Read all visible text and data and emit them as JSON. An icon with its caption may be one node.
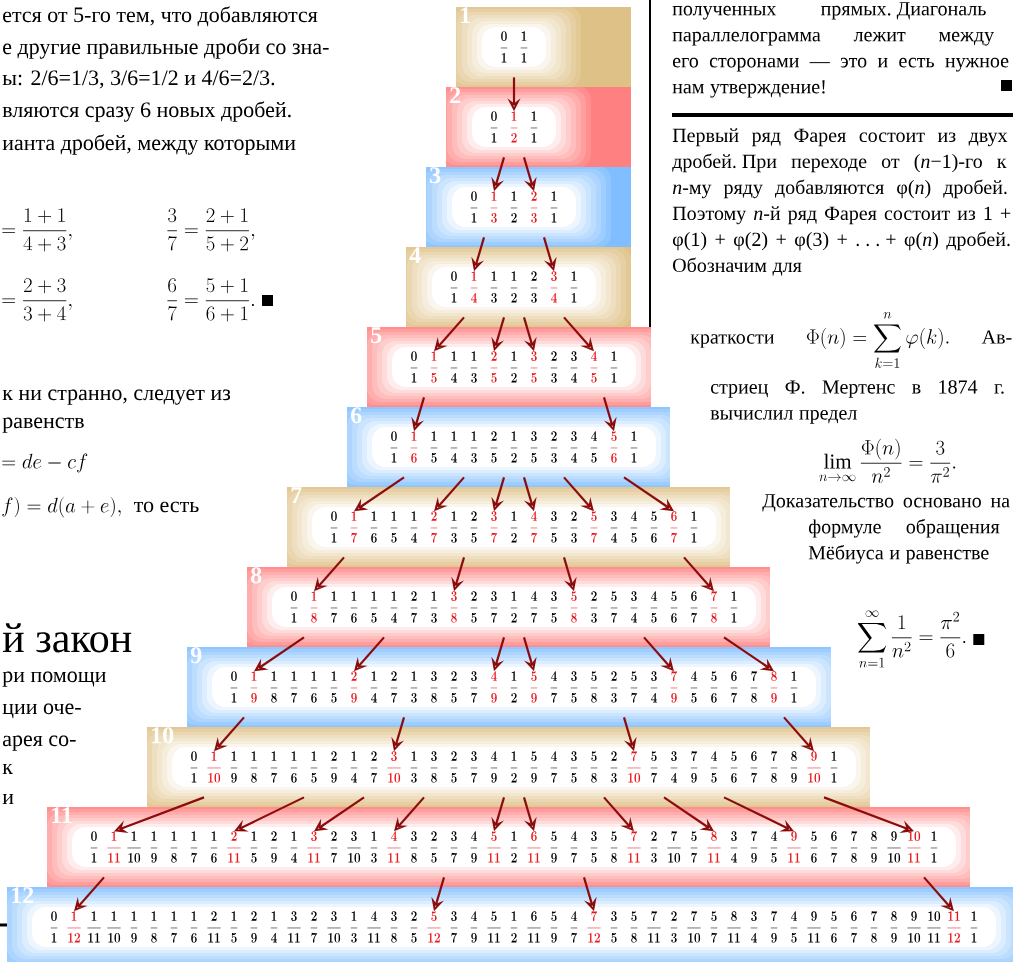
{
  "diagram": {
    "nodes": [
      {
        "text": [
          "1"
        ]
      },
      {
        "text": [
          "\\frac{0}{1}"
        ],
        "in": 0
      },
      {
        "text": [
          "\\frac{1}{1}"
        ],
        "in": 0
      },
      {
        "text": [
          "2"
        ]
      },
      {
        "text": [
          "\\frac{0}{1}"
        ],
        "in": 3
      },
      {
        "text": [
          "\\frac{1}{2}"
        ],
        "in": 3
      },
      {
        "text": [
          "\\frac{1}{1}"
        ],
        "in": 3
      },
      {
        "text": [
          "3"
        ]
      },
      {
        "text": [
          "\\frac{0}{1}"
        ],
        "in": 7
      },
      {
        "text": [
          "\\frac{1}{3}"
        ],
        "in": 7
      },
      {
        "text": [
          "\\frac{1}{2}"
        ],
        "in": 7
      },
      {
        "text": [
          "\\frac{2}{3}"
        ],
        "in": 7
      },
      {
        "text": [
          "\\frac{1}{1}"
        ],
        "in": 7
      },
      {
        "text": [
          "4"
        ]
      },
      {
        "text": [
          "\\frac{0}{1}"
        ],
        "in": 13
      },
      {
        "text": [
          "\\frac{1}{4}"
        ],
        "in": 13
      },
      {
        "text": [
          "\\frac{1}{3}"
        ],
        "in": 13
      },
      {
        "text": [
          "\\frac{1}{2}"
        ],
        "in": 13
      },
      {
        "text": [
          "\\frac{2}{3}"
        ],
        "in": 13
      },
      {
        "text": [
          "\\frac{3}{4}"
        ],
        "in": 13
      },
      {
        "text": [
          "\\frac{1}{1}"
        ],
        "in": 13
      },
      {
        "text": [
          "5"
        ]
      },
      {
        "text": [
          "\\frac{0}{1}"
        ],
        "in": 21
      },
      {
        "text": [
          "\\frac{1}{5}"
        ],
        "in": 21
      },
      {
        "text": [
          "\\frac{1}{4}"
        ],
        "in": 21
      },
      {
        "text": [
          "\\frac{1}{3}"
        ],
        "in": 21
      },
      {
        "text": [
          "\\frac{2}{5}"
        ],
        "in": 21
      },
      {
        "text": [
          "\\frac{1}{2}"
        ],
        "in": 21
      },
      {
        "text": [
          "\\frac{3}{5}"
        ],
        "in": 21
      },
      {
        "text": [
          "\\frac{2}{3}"
        ],
        "in": 21
      },
      {
        "text": [
          "\\frac{3}{4}"
        ],
        "in": 21
      },
      {
        "text": [
          "\\frac{4}{5}"
        ],
        "in": 21
      },
      {
        "text": [
          "\\frac{1}{1}"
        ],
        "in": 21
      },
      {
        "text": [
          "6"
        ]
      },
      {
        "text": [
          "\\frac{0}{1}"
        ],
        "in": 33
      },
      {
        "text": [
          "\\frac{1}{6}"
        ],
        "in": 33
      },
      {
        "text": [
          "\\frac{1}{5}"
        ],
        "in": 33
      },
      {
        "text": [
          "\\frac{1}{4}"
        ],
        "in": 33
      },
      {
        "text": [
          "\\frac{1}{3}"
        ],
        "in": 33
      },
      {
        "text": [
          "\\frac{2}{5}"
        ],
        "in": 33
      },
      {
        "text": [
          "\\frac{1}{2}"
        ],
        "in": 33
      },
      {
        "text": [
          "\\frac{3}{5}"
        ],
        "in": 33
      },
      {
        "text": [
          "\\frac{2}{3}"
        ],
        "in": 33
      },
      {
        "text": [
          "\\frac{3}{4}"
        ],
        "in": 33
      },
      {
        "text": [
          "\\frac{4}{5}"
        ],
        "in": 33
      },
      {
        "text": [
          "\\frac{5}{6}"
        ],
        "in": 33
      },
      {
        "text": [
          "\\frac{1}{1}"
        ],
        "in": 33
      },
      {
        "text": [
          "7"
        ]
      },
      {
        "text": [
          "\\frac{0}{1}"
        ],
        "in": 47
      },
      {
        "text": [
          "\\frac{1}{7}"
        ],
        "in": 47
      },
      {
        "text": [
          "\\frac{1}{6}"
        ],
        "in": 47
      },
      {
        "text": [
          "\\frac{1}{5}"
        ],
        "in": 47
      },
      {
        "text": [
          "\\frac{1}{4}"
        ],
        "in": 47
      },
      {
        "text": [
          "\\frac{2}{7}"
        ],
        "in": 47
      },
      {
        "text": [
          "\\frac{1}{3}"
        ],
        "in": 47
      },
      {
        "text": [
          "\\frac{2}{5}"
        ],
        "in": 47
      },
      {
        "text": [
          "\\frac{3}{7}"
        ],
        "in": 47
      },
      {
        "text": [
          "\\frac{1}{2}"
        ],
        "in": 47
      },
      {
        "text": [
          "\\frac{4}{7}"
        ],
        "in": 47
      },
      {
        "text": [
          "\\frac{3}{5}"
        ],
        "in": 47
      },
      {
        "text": [
          "\\frac{2}{3}"
        ],
        "in": 47
      },
      {
        "text": [
          "\\frac{5}{7}"
        ],
        "in": 47
      },
      {
        "text": [
          "\\frac{3}{4}"
        ],
        "in": 47
      },
      {
        "text": [
          "\\frac{4}{5}"
        ],
        "in": 47
      },
      {
        "text": [
          "\\frac{5}{6}"
        ],
        "in": 47
      },
      {
        "text": [
          "\\frac{6}{7}"
        ],
        "in": 47
      },
      {
        "text": [
          "\\frac{1}{1}"
        ],
        "in": 47
      },
      {
        "text": [
          "8"
        ]
      },
      {
        "text": [
          "\\frac{0}{1}"
        ],
        "in": 67
      },
      {
        "text": [
          "\\frac{1}{8}"
        ],
        "in": 67
      },
      {
        "text": [
          "\\frac{1}{7}"
        ],
        "in": 67
      },
      {
        "text": [
          "\\frac{1}{6}"
        ],
        "in": 67
      },
      {
        "text": [
          "\\frac{1}{5}"
        ],
        "in": 67
      },
      {
        "text": [
          "\\frac{1}{4}"
        ],
        "in": 67
      },
      {
        "text": [
          "\\frac{2}{7}"
        ],
        "in": 67
      },
      {
        "text": [
          "\\frac{1}{3}"
        ],
        "in": 67
      },
      {
        "text": [
          "\\frac{3}{8}"
        ],
        "in": 67
      },
      {
        "text": [
          "\\frac{2}{5}"
        ],
        "in": 67
      },
      {
        "text": [
          "\\frac{3}{7}"
        ],
        "in": 67
      },
      {
        "text": [
          "\\frac{1}{2}"
        ],
        "in": 67
      },
      {
        "text": [
          "\\frac{4}{7}"
        ],
        "in": 67
      },
      {
        "text": [
          "\\frac{3}{5}"
        ],
        "in": 67
      },
      {
        "text": [
          "\\frac{5}{8}"
        ],
        "in": 67
      },
      {
        "text": [
          "\\frac{2}{3}"
        ],
        "in": 67
      },
      {
        "text": [
          "\\frac{5}{7}"
        ],
        "in": 67
      },
      {
        "text": [
          "\\frac{3}{4}"
        ],
        "in": 67
      },
      {
        "text": [
          "\\frac{4}{5}"
        ],
        "in": 67
      },
      {
        "text": [
          "\\frac{5}{6}"
        ],
        "in": 67
      },
      {
        "text": [
          "\\frac{6}{7}"
        ],
        "in": 67
      },
      {
        "text": [
          "\\frac{7}{8}"
        ],
        "in": 67
      },
      {
        "text": [
          "\\frac{1}{1}"
        ],
        "in": 67
      },
      {
        "text": [
          "9"
        ]
      },
      {
        "text": [
          "\\frac{0}{1}"
        ],
        "in": 91
      },
      {
        "text": [
          "\\frac{1}{9}"
        ],
        "in": 91
      },
      {
        "text": [
          "\\frac{1}{8}"
        ],
        "in": 91
      },
      {
        "text": [
          "\\frac{1}{7}"
        ],
        "in": 91
      },
      {
        "text": [
          "\\frac{1}{6}"
        ],
        "in": 91
      },
      {
        "text": [
          "\\frac{1}{5}"
        ],
        "in": 91
      },
      {
        "text": [
          "\\frac{2}{9}"
        ],
        "in": 91
      },
      {
        "text": [
          "\\frac{1}{4}"
        ],
        "in": 91
      },
      {
        "text": [
          "\\frac{2}{7}"
        ],
        "in": 91
      },
      {
        "text": [
          "\\frac{1}{3}"
        ],
        "in": 91
      },
      {
        "text": [
          "\\frac{3}{8}"
        ],
        "in": 91
      },
      {
        "text": [
          "\\frac{2}{5}"
        ],
        "in": 91
      },
      {
        "text": [
          "\\frac{3}{7}"
        ],
        "in": 91
      },
      {
        "text": [
          "\\frac{4}{9}"
        ],
        "in": 91
      },
      {
        "text": [
          "\\frac{1}{2}"
        ],
        "in": 91
      },
      {
        "text": [
          "\\frac{5}{9}"
        ],
        "in": 91
      },
      {
        "text": [
          "\\frac{4}{7}"
        ],
        "in": 91
      },
      {
        "text": [
          "\\frac{3}{5}"
        ],
        "in": 91
      },
      {
        "text": [
          "\\frac{5}{8}"
        ],
        "in": 91
      },
      {
        "text": [
          "\\frac{2}{3}"
        ],
        "in": 91
      },
      {
        "text": [
          "\\frac{5}{7}"
        ],
        "in": 91
      },
      {
        "text": [
          "\\frac{3}{4}"
        ],
        "in": 91
      },
      {
        "text": [
          "\\frac{7}{9}"
        ],
        "in": 91
      },
      {
        "text": [
          "\\frac{4}{5}"
        ],
        "in": 91
      },
      {
        "text": [
          "\\frac{5}{6}"
        ],
        "in": 91
      },
      {
        "text": [
          "\\frac{6}{7}"
        ],
        "in": 91
      },
      {
        "text": [
          "\\frac{7}{8}"
        ],
        "in": 91
      },
      {
        "text": [
          "\\frac{8}{9}"
        ],
        "in": 91
      },
      {
        "text": [
          "\\frac{1}{1}"
        ],
        "in": 91
      },
      {
        "text": [
          "10"
        ]
      },
      {
        "text": [
          "\\frac{0}{1}"
        ],
        "in": 121
      },
      {
        "text": [
          "\\frac{1}{10}"
        ],
        "in": 121
      },
      {
        "text": [
          "\\frac{1}{9}"
        ],
        "in": 121
      },
      {
        "text": [
          "\\frac{1}{8}"
        ],
        "in": 121
      },
      {
        "text": [
          "\\frac{1}{7}"
        ],
        "in": 121
      },
      {
        "text": [
          "\\frac{1}{6}"
        ],
        "in": 121
      },
      {
        "text": [
          "\\frac{1}{5}"
        ],
        "in": 121
      },
      {
        "text": [
          "\\frac{2}{9}"
        ],
        "in": 121
      },
      {
        "text": [
          "\\frac{1}{4}"
        ],
        "in": 121
      },
      {
        "text": [
          "\\frac{2}{7}"
        ],
        "in": 121
      },
      {
        "text": [
          "\\frac{3}{10}"
        ],
        "in": 121
      },
      {
        "text": [
          "\\frac{1}{3}"
        ],
        "in": 121
      },
      {
        "text": [
          "\\frac{3}{8}"
        ],
        "in": 121
      },
      {
        "text": [
          "\\frac{2}{5}"
        ],
        "in": 121
      },
      {
        "text": [
          "\\frac{3}{7}"
        ],
        "in": 121
      },
      {
        "text": [
          "\\frac{4}{9}"
        ],
        "in": 121
      },
      {
        "text": [
          "\\frac{1}{2}"
        ],
        "in": 121
      },
      {
        "text": [
          "\\frac{5}{9}"
        ],
        "in": 121
      },
      {
        "text": [
          "\\frac{4}{7}"
        ],
        "in": 121
      },
      {
        "text": [
          "\\frac{3}{5}"
        ],
        "in": 121
      },
      {
        "text": [
          "\\frac{5}{8}"
        ],
        "in": 121
      },
      {
        "text": [
          "\\frac{2}{3}"
        ],
        "in": 121
      },
      {
        "text": [
          "\\frac{7}{10}"
        ],
        "in": 121
      },
      {
        "text": [
          "\\frac{5}{7}"
        ],
        "in": 121
      },
      {
        "text": [
          "\\frac{3}{4}"
        ],
        "in": 121
      },
      {
        "text": [
          "\\frac{7}{9}"
        ],
        "in": 121
      },
      {
        "text": [
          "\\frac{4}{5}"
        ],
        "in": 121
      },
      {
        "text": [
          "\\frac{5}{6}"
        ],
        "in": 121
      },
      {
        "text": [
          "\\frac{6}{7}"
        ],
        "in": 121
      },
      {
        "text": [
          "\\frac{7}{8}"
        ],
        "in": 121
      },
      {
        "text": [
          "\\frac{8}{9}"
        ],
        "in": 121
      },
      {
        "text": [
          "\\frac{9}{10}"
        ],
        "in": 121
      },
      {
        "text": [
          "\\frac{1}{1}"
        ],
        "in": 121
      },
      {
        "text": [
          "11"
        ]
      },
      {
        "text": [
          "\\frac{0}{1}"
        ],
        "in": 155
      },
      {
        "text": [
          "\\frac{1}{11}"
        ],
        "in": 155
      },
      {
        "text": [
          "\\frac{1}{10}"
        ],
        "in": 155
      },
      {
        "text": [
          "\\frac{1}{9}"
        ],
        "in": 155
      },
      {
        "text": [
          "\\frac{1}{8}"
        ],
        "in": 155
      },
      {
        "text": [
          "\\frac{1}{7}"
        ],
        "in": 155
      },
      {
        "text": [
          "\\frac{1}{6}"
        ],
        "in": 155
      },
      {
        "text": [
          "\\frac{2}{11}"
        ],
        "in": 155
      },
      {
        "text": [
          "\\frac{1}{5}"
        ],
        "in": 155
      },
      {
        "text": [
          "\\frac{2}{9}"
        ],
        "in": 155
      },
      {
        "text": [
          "\\frac{1}{4}"
        ],
        "in": 155
      },
      {
        "text": [
          "\\frac{3}{11}"
        ],
        "in": 155
      },
      {
        "text": [
          "\\frac{2}{7}"
        ],
        "in": 155
      },
      {
        "text": [
          "\\frac{3}{10}"
        ],
        "in": 155
      },
      {
        "text": [
          "\\frac{1}{3}"
        ],
        "in": 155
      },
      {
        "text": [
          "\\frac{4}{11}"
        ],
        "in": 155
      },
      {
        "text": [
          "\\frac{3}{8}"
        ],
        "in": 155
      },
      {
        "text": [
          "\\frac{2}{5}"
        ],
        "in": 155
      },
      {
        "text": [
          "\\frac{3}{7}"
        ],
        "in": 155
      },
      {
        "text": [
          "\\frac{4}{9}"
        ],
        "in": 155
      },
      {
        "text": [
          "\\frac{5}{11}"
        ],
        "in": 155
      },
      {
        "text": [
          "\\frac{1}{2}"
        ],
        "in": 155
      },
      {
        "text": [
          "\\frac{6}{11}"
        ],
        "in": 155
      },
      {
        "text": [
          "\\frac{5}{9}"
        ],
        "in": 155
      },
      {
        "text": [
          "\\frac{4}{7}"
        ],
        "in": 155
      },
      {
        "text": [
          "\\frac{3}{5}"
        ],
        "in": 155
      },
      {
        "text": [
          "\\frac{5}{8}"
        ],
        "in": 155
      },
      {
        "text": [
          "\\frac{7}{11}"
        ],
        "in": 155
      },
      {
        "text": [
          "\\frac{2}{3}"
        ],
        "in": 155
      },
      {
        "text": [
          "\\frac{7}{10}"
        ],
        "in": 155
      },
      {
        "text": [
          "\\frac{5}{7}"
        ],
        "in": 155
      },
      {
        "text": [
          "\\frac{8}{11}"
        ],
        "in": 155
      },
      {
        "text": [
          "\\frac{3}{4}"
        ],
        "in": 155
      },
      {
        "text": [
          "\\frac{7}{9}"
        ],
        "in": 155
      },
      {
        "text": [
          "\\frac{4}{5}"
        ],
        "in": 155
      },
      {
        "text": [
          "\\frac{9}{11}"
        ],
        "in": 155
      },
      {
        "text": [
          "\\frac{5}{6}"
        ],
        "in": 155
      },
      {
        "text": [
          "\\frac{6}{7}"
        ],
        "in": 155
      },
      {
        "text": [
          "\\frac{7}{8}"
        ],
        "in": 155
      },
      {
        "text": [
          "\\frac{8}{9}"
        ],
        "in": 155
      },
      {
        "text": [
          "\\frac{9}{10}"
        ],
        "in": 155
      },
      {
        "text": [
          "\\frac{10}{11}"
        ],
        "in": 155
      },
      {
        "text": [
          "\\frac{1}{1}"
        ],
        "in": 155
      },
      {
        "text": [
          "12"
        ]
      },
      {
        "text": [
          "\\frac{0}{1}"
        ],
        "in": 199
      },
      {
        "text": [
          "\\frac{1}{12}"
        ],
        "in": 199
      },
      {
        "text": [
          "\\frac{1}{11}"
        ],
        "in": 199
      },
      {
        "text": [
          "\\frac{1}{10}"
        ],
        "in": 199
      },
      {
        "text": [
          "\\frac{1}{9}"
        ],
        "in": 199
      },
      {
        "text": [
          "\\frac{1}{8}"
        ],
        "in": 199
      },
      {
        "text": [
          "\\frac{1}{7}"
        ],
        "in": 199
      },
      {
        "text": [
          "\\frac{1}{6}"
        ],
        "in": 199
      },
      {
        "text": [
          "\\frac{2}{11}"
        ],
        "in": 199
      },
      {
        "text": [
          "\\frac{1}{5}"
        ],
        "in": 199
      },
      {
        "text": [
          "\\frac{2}{9}"
        ],
        "in": 199
      },
      {
        "text": [
          "\\frac{1}{4}"
        ],
        "in": 199
      },
      {
        "text": [
          "\\frac{3}{11}"
        ],
        "in": 199
      },
      {
        "text": [
          "\\frac{2}{7}"
        ],
        "in": 199
      },
      {
        "text": [
          "\\frac{3}{10}"
        ],
        "in": 199
      },
      {
        "text": [
          "\\frac{1}{3}"
        ],
        "in": 199
      },
      {
        "text": [
          "\\frac{4}{11}"
        ],
        "in": 199
      },
      {
        "text": [
          "\\frac{3}{8}"
        ],
        "in": 199
      },
      {
        "text": [
          "\\frac{2}{5}"
        ],
        "in": 199
      },
      {
        "text": [
          "\\frac{5}{12}"
        ],
        "in": 199
      },
      {
        "text": [
          "\\frac{3}{7}"
        ],
        "in": 199
      },
      {
        "text": [
          "\\frac{4}{9}"
        ],
        "in": 199
      },
      {
        "text": [
          "\\frac{5}{11}"
        ],
        "in": 199
      },
      {
        "text": [
          "\\frac{1}{2}"
        ],
        "in": 199
      },
      {
        "text": [
          "\\frac{6}{11}"
        ],
        "in": 199
      },
      {
        "text": [
          "\\frac{5}{9}"
        ],
        "in": 199
      },
      {
        "text": [
          "\\frac{4}{7}"
        ],
        "in": 199
      },
      {
        "text": [
          "\\frac{7}{12}"
        ],
        "in": 199
      },
      {
        "text": [
          "\\frac{3}{5}"
        ],
        "in": 199
      },
      {
        "text": [
          "\\frac{5}{8}"
        ],
        "in": 199
      },
      {
        "text": [
          "\\frac{7}{11}"
        ],
        "in": 199
      },
      {
        "text": [
          "\\frac{2}{3}"
        ],
        "in": 199
      },
      {
        "text": [
          "\\frac{7}{10}"
        ],
        "in": 199
      },
      {
        "text": [
          "\\frac{5}{7}"
        ],
        "in": 199
      },
      {
        "text": [
          "\\frac{8}{11}"
        ],
        "in": 199
      },
      {
        "text": [
          "\\frac{3}{4}"
        ],
        "in": 199
      },
      {
        "text": [
          "\\frac{7}{9}"
        ],
        "in": 199
      },
      {
        "text": [
          "\\frac{4}{5}"
        ],
        "in": 199
      },
      {
        "text": [
          "\\frac{9}{11}"
        ],
        "in": 199
      },
      {
        "text": [
          "\\frac{5}{6}"
        ],
        "in": 199
      },
      {
        "text": [
          "\\frac{6}{7}"
        ],
        "in": 199
      },
      {
        "text": [
          "\\frac{7}{8}"
        ],
        "in": 199
      },
      {
        "text": [
          "\\frac{8}{9}"
        ],
        "in": 199
      },
      {
        "text": [
          "\\frac{9}{10}"
        ],
        "in": 199
      },
      {
        "text": [
          "\\frac{10}{11}"
        ],
        "in": 199
      },
      {
        "text": [
          "\\frac{11}{12}"
        ],
        "in": 199
      },
      {
        "text": [
          "\\frac{1}{1}"
        ],
        "in": 199
      }
    ],
    "edges": [
      {
        "from": 0,
        "to": 5,
        "arrow": "to"
      },
      {
        "from": 3,
        "to": 9,
        "arrow": "to"
      },
      {
        "from": 3,
        "to": 11,
        "arrow": "to"
      },
      {
        "from": 7,
        "to": 15,
        "arrow": "to"
      },
      {
        "from": 7,
        "to": 19,
        "arrow": "to"
      },
      {
        "from": 13,
        "to": 23,
        "arrow": "to"
      },
      {
        "from": 13,
        "to": 26,
        "arrow": "to"
      },
      {
        "from": 13,
        "to": 28,
        "arrow": "to"
      },
      {
        "from": 13,
        "to": 31,
        "arrow": "to"
      },
      {
        "from": 21,
        "to": 35,
        "arrow": "to"
      },
      {
        "from": 21,
        "to": 45,
        "arrow": "to"
      },
      {
        "from": 33,
        "to": 49,
        "arrow": "to"
      },
      {
        "from": 33,
        "to": 53,
        "arrow": "to"
      },
      {
        "from": 33,
        "to": 56,
        "arrow": "to"
      },
      {
        "from": 33,
        "to": 58,
        "arrow": "to"
      },
      {
        "from": 33,
        "to": 61,
        "arrow": "to"
      },
      {
        "from": 33,
        "to": 65,
        "arrow": "to"
      },
      {
        "from": 47,
        "to": 69,
        "arrow": "to"
      },
      {
        "from": 47,
        "to": 76,
        "arrow": "to"
      },
      {
        "from": 47,
        "to": 82,
        "arrow": "to"
      },
      {
        "from": 47,
        "to": 89,
        "arrow": "to"
      },
      {
        "from": 67,
        "to": 93,
        "arrow": "to"
      },
      {
        "from": 67,
        "to": 98,
        "arrow": "to"
      },
      {
        "from": 67,
        "to": 105,
        "arrow": "to"
      },
      {
        "from": 67,
        "to": 107,
        "arrow": "to"
      },
      {
        "from": 67,
        "to": 114,
        "arrow": "to"
      },
      {
        "from": 67,
        "to": 119,
        "arrow": "to"
      },
      {
        "from": 91,
        "to": 123,
        "arrow": "to"
      },
      {
        "from": 91,
        "to": 132,
        "arrow": "to"
      },
      {
        "from": 91,
        "to": 144,
        "arrow": "to"
      },
      {
        "from": 91,
        "to": 153,
        "arrow": "to"
      },
      {
        "from": 121,
        "to": 157,
        "arrow": "to"
      },
      {
        "from": 121,
        "to": 163,
        "arrow": "to"
      },
      {
        "from": 121,
        "to": 167,
        "arrow": "to"
      },
      {
        "from": 121,
        "to": 171,
        "arrow": "to"
      },
      {
        "from": 121,
        "to": 176,
        "arrow": "to"
      },
      {
        "from": 121,
        "to": 178,
        "arrow": "to"
      },
      {
        "from": 121,
        "to": 183,
        "arrow": "to"
      },
      {
        "from": 121,
        "to": 187,
        "arrow": "to"
      },
      {
        "from": 121,
        "to": 191,
        "arrow": "to"
      },
      {
        "from": 121,
        "to": 197,
        "arrow": "to"
      },
      {
        "from": 155,
        "to": 201,
        "arrow": "to"
      },
      {
        "from": 155,
        "to": 219,
        "arrow": "to"
      },
      {
        "from": 155,
        "to": 227,
        "arrow": "to"
      },
      {
        "from": 155,
        "to": 245,
        "arrow": "to"
      }
    ],
    "labels": [
      "ется от 5-го тем, что добавляются",
      "е другие правильные дроби со зна-",
      "ы: 2/6=1/3, 3/6=1/2 и 4/6=2/3.",
      "вляются сразу 6 новых дробей.",
      "ианта дробей, между которыми",
      "=\\frac{1+1}{4+3},",
      "\\frac{3}{7}=\\frac{2+1}{5+2},",
      "=\\frac{2+3}{3+4},",
      "\\frac{6}{7}=\\frac{5+1}{6+1}.",
      "к ни странно, следует из",
      "равенств",
      "=de-cf",
      "f)=d(a+e),",
      "то есть",
      "й закон",
      "ри помощи",
      "ции оче-",
      "арея со-",
      "к",
      "и",
      "полученных прямых. Диагональ параллелограмма лежит между его сторонами — это и есть нужное нам утверждение!",
      "Первый ряд Фарея состоит из двух дробей. При переходе от (*n*−1)-го к *n*-му ряду добавляются φ(*n*) дробей. Поэтому *n*-й ряд Фарея состоит из 1 + φ(1) + φ(2) + φ(3) + . . . + φ(*n*) дробей. Обозначим для",
      "краткости",
      "\\Phi(n)=\\sum_{k=1}^{n}\\varphi(k).",
      "Ав-",
      "стриец Ф. Мертенс в 1874 г. вычислил предел",
      "\\lim_{n\\to\\infty}\\frac{\\Phi(n)}{n^2}=\\frac{3}{\\pi^2}.",
      "Доказательство основано на формуле обращения Мёбиуса и равенстве",
      "\\sum_{n=1}^{\\infty}\\frac{1}{n^2}=\\frac{\\pi^2}{6}."
    ]
  }
}
